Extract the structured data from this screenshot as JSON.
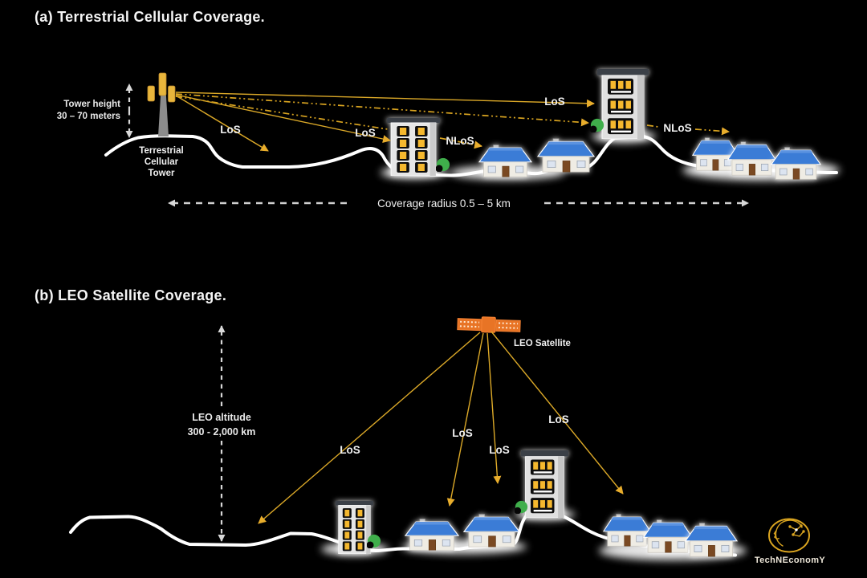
{
  "panel_a": {
    "title": "(a) Terrestrial Cellular Coverage.",
    "tower_height": {
      "line1": "Tower height",
      "line2": "30 – 70 meters"
    },
    "tower_name": {
      "line1": "Terrestrial",
      "line2": "Cellular",
      "line3": "Tower"
    },
    "labels": {
      "los_valley": "LoS",
      "los_mid_building": "LoS",
      "los_tall_building": "LoS",
      "nlos_mid": "NLoS",
      "nlos_right": "NLoS"
    },
    "coverage_radius": "Coverage radius 0.5 – 5 km"
  },
  "panel_b": {
    "title": "(b) LEO Satellite Coverage.",
    "satellite_label": "LEO Satellite",
    "altitude": {
      "line1": "LEO altitude",
      "line2": "300 - 2,000 km"
    },
    "labels": {
      "los_left": "LoS",
      "los_mid1": "LoS",
      "los_mid2": "LoS",
      "los_right": "LoS"
    }
  },
  "logo": {
    "brand": "TechNEconomY"
  },
  "colors": {
    "background": "#000000",
    "line_yellow": "#DCA928",
    "terrain_white": "#FFFFFF",
    "dashed_gray": "#CFCFCF",
    "window_yellow": "#F5B82E",
    "roof_blue": "#3B7BD6",
    "bush_green": "#3FAE4B",
    "satellite_orange": "#E87425",
    "logo_yellow": "#D9A420"
  }
}
